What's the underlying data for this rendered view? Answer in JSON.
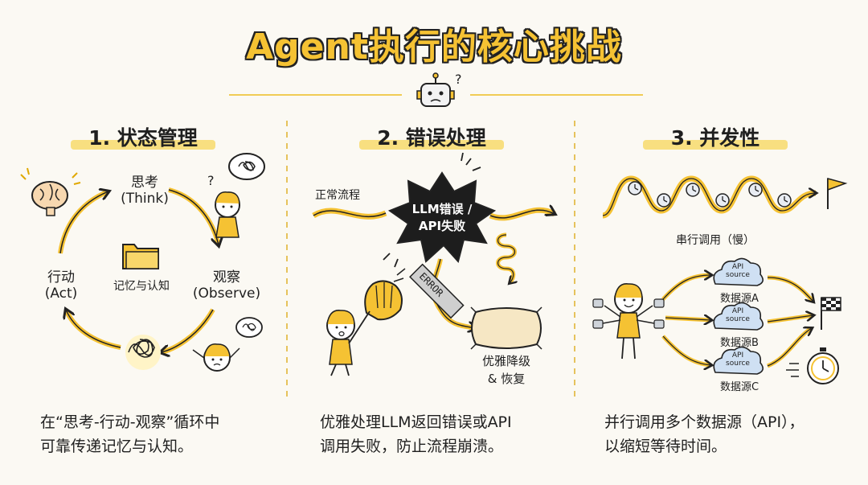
{
  "title": "Agent执行的核心挑战",
  "sections": [
    {
      "heading": "1. 状态管理",
      "think_line1": "思考",
      "think_line2": "(Think)",
      "observe_line1": "观察",
      "observe_line2": "(Observe)",
      "act_line1": "行动",
      "act_line2": "(Act)",
      "center_label": "记忆与认知",
      "desc_line1": "在“思考-行动-观察”循环中",
      "desc_line2": "可靠传递记忆与认知。"
    },
    {
      "heading": "2. 错误处理",
      "flow_label": "正常流程",
      "burst_line1": "LLM错误 /",
      "burst_line2": "API失败",
      "error_tag": "ERROR",
      "recover_line1": "优雅降级",
      "recover_line2": "& 恢复",
      "desc_line1": "优雅处理LLM返回错误或API",
      "desc_line2": "调用失败，防止流程崩溃。"
    },
    {
      "heading": "3. 并发性",
      "serial_label": "串行调用（慢）",
      "cloud_top": "API",
      "cloud_bottom": "source",
      "sources": [
        "数据源A",
        "数据源B",
        "数据源C"
      ],
      "desc_line1": "并行调用多个数据源（API），",
      "desc_line2": "以缩短等待时间。"
    }
  ],
  "colors": {
    "accent": "#f5c233",
    "ink": "#222222",
    "cloud": "#cfe0f3",
    "pillow": "#f6e7c4"
  },
  "icons": [
    "robot-icon",
    "brain-icon",
    "folder-icon",
    "tangle-icon",
    "baseball-glove-icon",
    "pillow-icon",
    "flag-icon",
    "checkered-flag-icon",
    "stopwatch-icon",
    "clock-icon",
    "cloud-icon"
  ]
}
